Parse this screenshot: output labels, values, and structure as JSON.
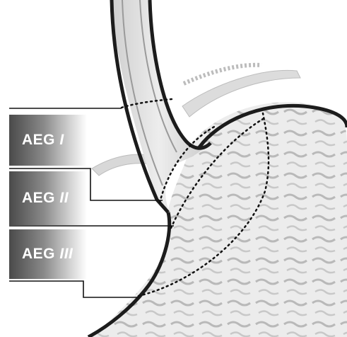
{
  "labels": [
    {
      "prefix": "AEG",
      "roman": "I"
    },
    {
      "prefix": "AEG",
      "roman": "II"
    },
    {
      "prefix": "AEG",
      "roman": "III"
    }
  ]
}
